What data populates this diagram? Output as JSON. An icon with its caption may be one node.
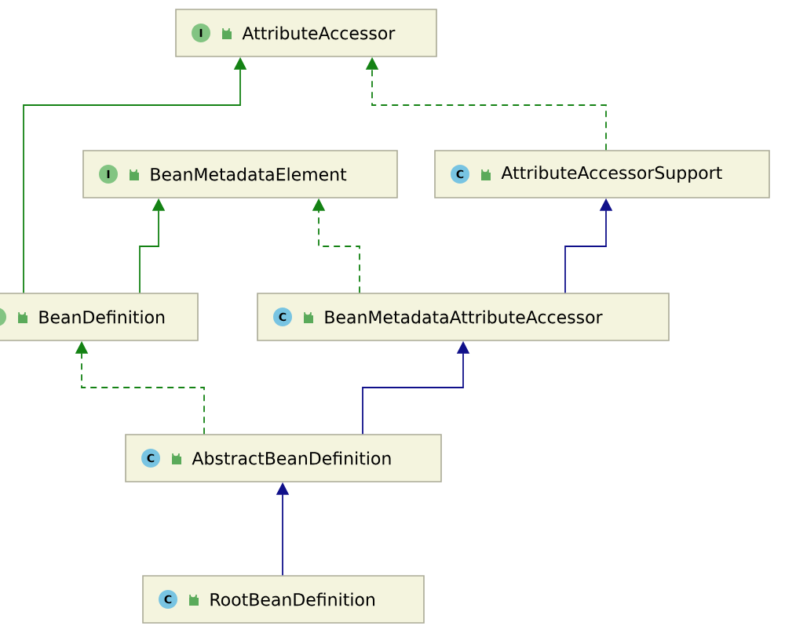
{
  "diagram": {
    "nodes": [
      {
        "text": [
          "I",
          "AttributeAccessor"
        ]
      },
      {
        "text": [
          "I",
          "BeanMetadataElement"
        ]
      },
      {
        "text": [
          "C",
          "AttributeAccessorSupport"
        ]
      },
      {
        "text": [
          "BeanDefinition"
        ]
      },
      {
        "text": [
          "C",
          "BeanMetadataAttributeAccessor"
        ]
      },
      {
        "text": [
          "C",
          "AbstractBeanDefinition"
        ]
      },
      {
        "text": [
          "C",
          "RootBeanDefinition"
        ]
      }
    ],
    "edges": [
      {
        "from": 3,
        "to": 0,
        "arrow": "to"
      },
      {
        "from": 2,
        "to": 0,
        "arrow": "to",
        "style": "dashed"
      },
      {
        "from": 3,
        "to": 1,
        "arrow": "to"
      },
      {
        "from": 4,
        "to": 1,
        "arrow": "to",
        "style": "dashed"
      },
      {
        "from": 4,
        "to": 2,
        "arrow": "to",
        "color": "#10108a"
      },
      {
        "from": 5,
        "to": 3,
        "arrow": "to",
        "style": "dashed"
      },
      {
        "from": 5,
        "to": 4,
        "arrow": "to",
        "color": "#10108a"
      },
      {
        "from": 6,
        "to": 5,
        "arrow": "to",
        "color": "#10108a"
      }
    ]
  }
}
